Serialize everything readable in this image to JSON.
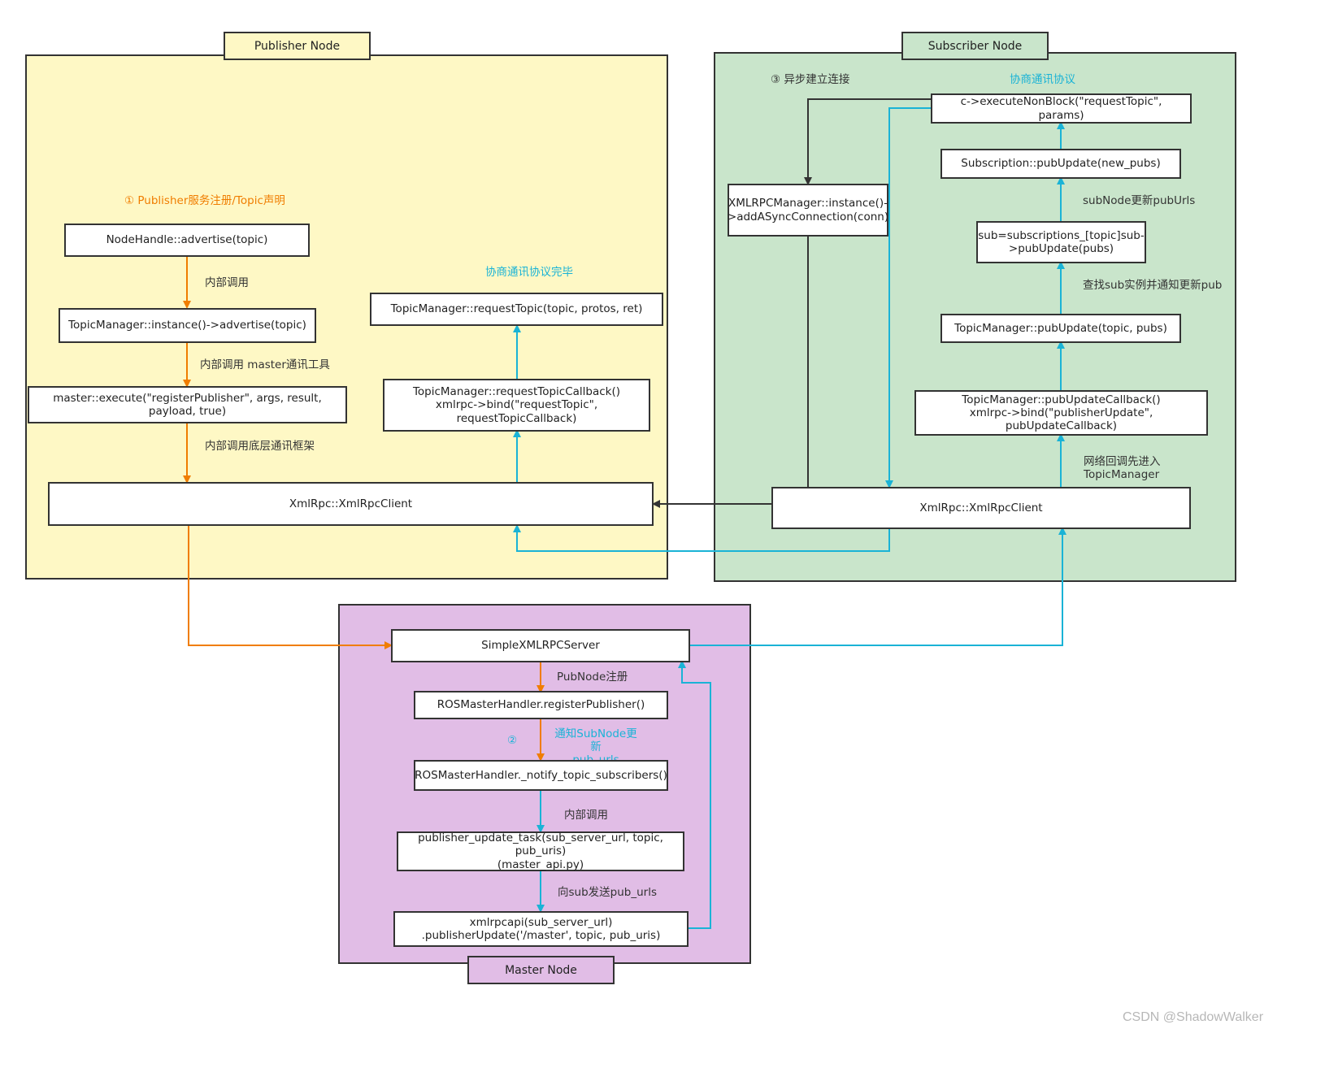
{
  "colors": {
    "publisher_bg": "#fef8c5",
    "subscriber_bg": "#c9e5cb",
    "master_bg": "#e1bde6",
    "orange": "#f07d00",
    "cyan": "#1ab3d6",
    "dark": "#333333"
  },
  "regions": {
    "publisher": "Publisher Node",
    "subscriber": "Subscriber Node",
    "master": "Master Node"
  },
  "publisher": {
    "step_title": "① Publisher服务注册/Topic声明",
    "advertise": "NodeHandle::advertise(topic)",
    "call1": "内部调用",
    "tm_advertise": "TopicManager::instance()->advertise(topic)",
    "call2": "内部调用 master通讯工具",
    "master_execute": "master::execute(\"registerPublisher\", args, result, payload, true)",
    "call3": "内部调用底层通讯框架",
    "client": "XmlRpc::XmlRpcClient",
    "negotiate_done": "协商通讯协议完毕",
    "request_topic": "TopicManager::requestTopic(topic, protos, ret)",
    "request_callback": "TopicManager::requestTopicCallback()\nxmlrpc->bind(\"requestTopic\", requestTopicCallback)"
  },
  "subscriber": {
    "async_title": "③ 异步建立连接",
    "negotiate": "协商通讯协议",
    "execute_nonblock": "c->executeNonBlock(\"requestTopic\", params)",
    "xmlrpc_manager": "XMLRPCManager::instance()-\n>addASyncConnection(conn)",
    "pub_update_sub": "Subscription::pubUpdate(new_pubs)",
    "update_urls": "subNode更新pubUrls",
    "sub_find": "sub=subscriptions_[topic]sub-\n>pubUpdate(pubs)",
    "find_notify": "查找sub实例并通知更新pub",
    "tm_pub_update": "TopicManager::pubUpdate(topic, pubs)",
    "pub_update_callback": "TopicManager::pubUpdateCallback()\nxmlrpc->bind(\"publisherUpdate\", pubUpdateCallback)",
    "net_callback": "网络回调先进入\nTopicManager",
    "client": "XmlRpc::XmlRpcClient"
  },
  "master": {
    "server": "SimpleXMLRPCServer",
    "pubnode_reg": "PubNode注册",
    "register_publisher": "ROSMasterHandler.registerPublisher()",
    "step2": "②",
    "notify_sub": "通知SubNode更新\npub_urls",
    "notify_topic": "ROSMasterHandler._notify_topic_subscribers()",
    "call": "内部调用",
    "update_task": "publisher_update_task(sub_server_url, topic, pub_uris)\n(master_api.py)",
    "send_urls": "向sub发送pub_urls",
    "xmlrpcapi": "xmlrpcapi(sub_server_url)\n.publisherUpdate('/master', topic, pub_uris)"
  },
  "watermark": "CSDN @ShadowWalker"
}
